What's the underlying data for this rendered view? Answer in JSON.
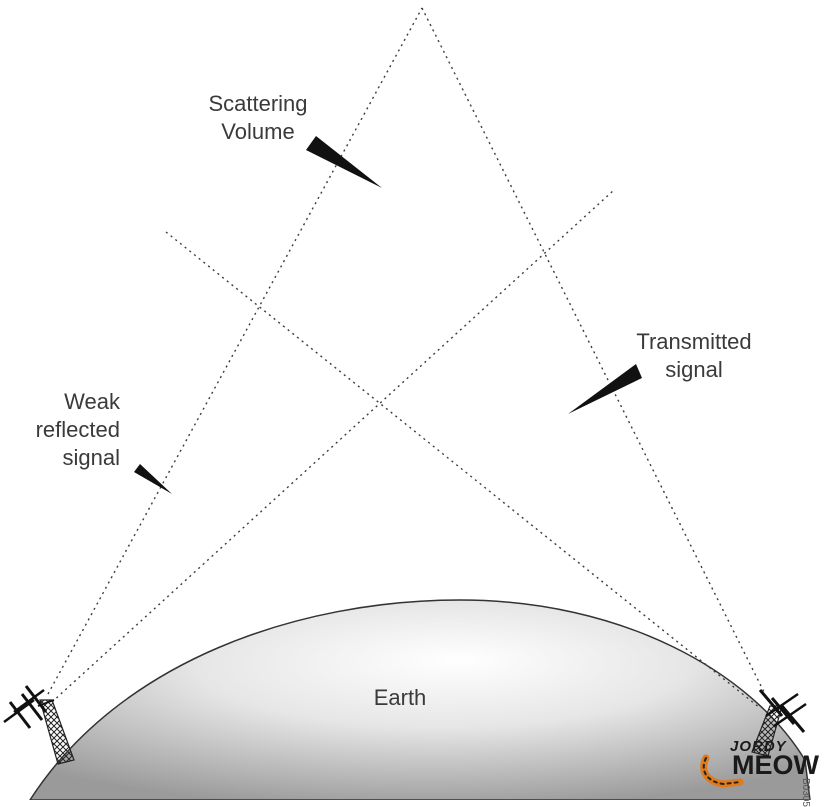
{
  "diagram": {
    "labels": {
      "scattering_line1": "Scattering",
      "scattering_line2": "Volume",
      "transmitted_line1": "Transmitted",
      "transmitted_line2": "signal",
      "weak_line1": "Weak",
      "weak_line2": "reflected",
      "weak_line3": "signal",
      "earth": "Earth"
    },
    "colors": {
      "line": "#3c3c3c",
      "earth_light": "#ffffff",
      "earth_dark": "#9a9a9a",
      "text": "#3a3a3a",
      "watermark_orange": "#e07a1a"
    }
  },
  "watermark": {
    "line1": "JORDY",
    "line2": "MEOW",
    "code": "B0305"
  }
}
